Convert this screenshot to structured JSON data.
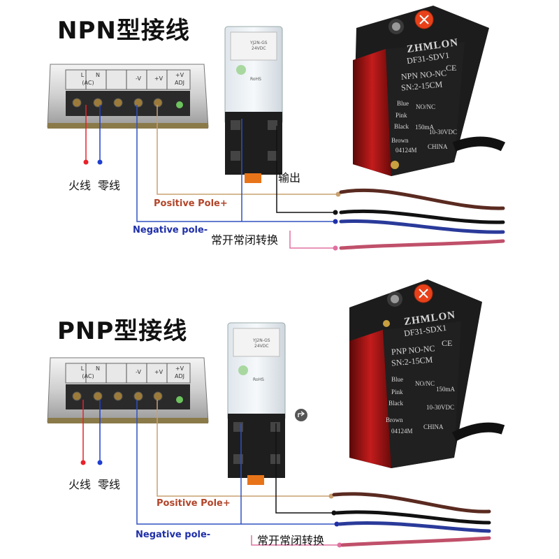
{
  "sections": [
    {
      "title": "NPN型接线",
      "live_label": "火线",
      "neutral_label": "零线",
      "positive_label": "Positive Pole+",
      "negative_label": "Negative pole-",
      "output_label": "输出",
      "switch_label": "常开常闭转换",
      "sensor": {
        "brand": "ZHMLON",
        "model": "DF31-SDV1",
        "type_line": "NPN NO-NC",
        "range_line": "SN:2-15CM",
        "wire_blue": "Blue",
        "wire_pink": "Pink",
        "wire_black": "Black",
        "wire_brown": "Brown",
        "no_nc": "NO/NC",
        "load": "150mA",
        "voltage": "10-30VDC",
        "serial": "04124M",
        "origin": "CHINA",
        "ce": "CE"
      },
      "psu": {
        "l_label": "L",
        "n_label": "N",
        "ac_label": "(AC)",
        "minus_v": "-V",
        "plus_v": "+V",
        "adj_v": "+V",
        "adj_label": "ADJ"
      },
      "relay": {
        "model": "YJ2N-GS",
        "voltage": "24VDC",
        "rohs": "RoHS"
      }
    },
    {
      "title": "PNP型接线",
      "live_label": "火线",
      "neutral_label": "零线",
      "positive_label": "Positive Pole+",
      "negative_label": "Negative pole-",
      "switch_label": "常开常闭转换",
      "sensor": {
        "brand": "ZHMLON",
        "model": "DF31-SDX1",
        "type_line": "PNP NO-NC",
        "range_line": "SN:2-15CM",
        "wire_blue": "Blue",
        "wire_pink": "Pink",
        "wire_black": "Black",
        "wire_brown": "Brown",
        "no_nc": "NO/NC",
        "load": "150mA",
        "voltage": "10-30VDC",
        "serial": "04124M",
        "origin": "CHINA",
        "ce": "CE"
      },
      "psu": {
        "l_label": "L",
        "n_label": "N",
        "ac_label": "(AC)",
        "minus_v": "-V",
        "plus_v": "+V",
        "adj_v": "+V",
        "adj_label": "ADJ"
      },
      "relay": {
        "model": "YJ2N-GS",
        "voltage": "24VDC",
        "rohs": "RoHS"
      }
    }
  ],
  "colors": {
    "live_wire": "#e8212a",
    "neutral_wire": "#1f3fd0",
    "positive_wire": "#c8a070",
    "negative_wire": "#3050c0",
    "switch_wire": "#e070a0",
    "output_wire": "#111111",
    "sensor_body": "#1a1a1a",
    "sensor_lens": "#b01818",
    "knob": "#e8411a"
  }
}
